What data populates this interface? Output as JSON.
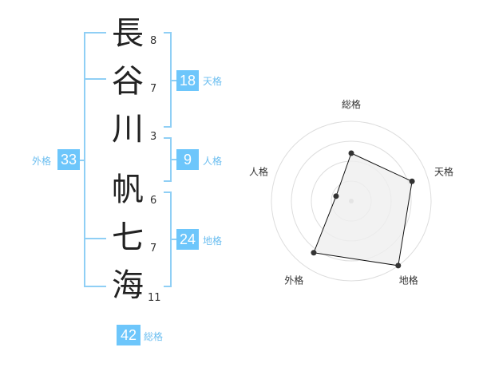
{
  "name": {
    "chars": [
      {
        "char": "長",
        "strokes": "8"
      },
      {
        "char": "谷",
        "strokes": "7"
      },
      {
        "char": "川",
        "strokes": "3"
      },
      {
        "char": "帆",
        "strokes": "6"
      },
      {
        "char": "七",
        "strokes": "7"
      },
      {
        "char": "海",
        "strokes": "11"
      }
    ]
  },
  "fortunes": {
    "tenkaku": {
      "value": "18",
      "label": "天格"
    },
    "jinkaku": {
      "value": "9",
      "label": "人格"
    },
    "chikaku": {
      "value": "24",
      "label": "地格"
    },
    "gaikaku": {
      "value": "33",
      "label": "外格"
    },
    "soukaku": {
      "value": "42",
      "label": "総格"
    }
  },
  "chart_data": {
    "type": "radar",
    "axes": [
      "総格",
      "天格",
      "地格",
      "外格",
      "人格"
    ],
    "values": [
      3,
      4,
      5,
      4,
      1
    ],
    "max": 5,
    "rings": 4,
    "colors": {
      "fill": "#efefef",
      "line": "#111111",
      "grid": "#dddddd",
      "center": "#bbbbbb"
    }
  }
}
